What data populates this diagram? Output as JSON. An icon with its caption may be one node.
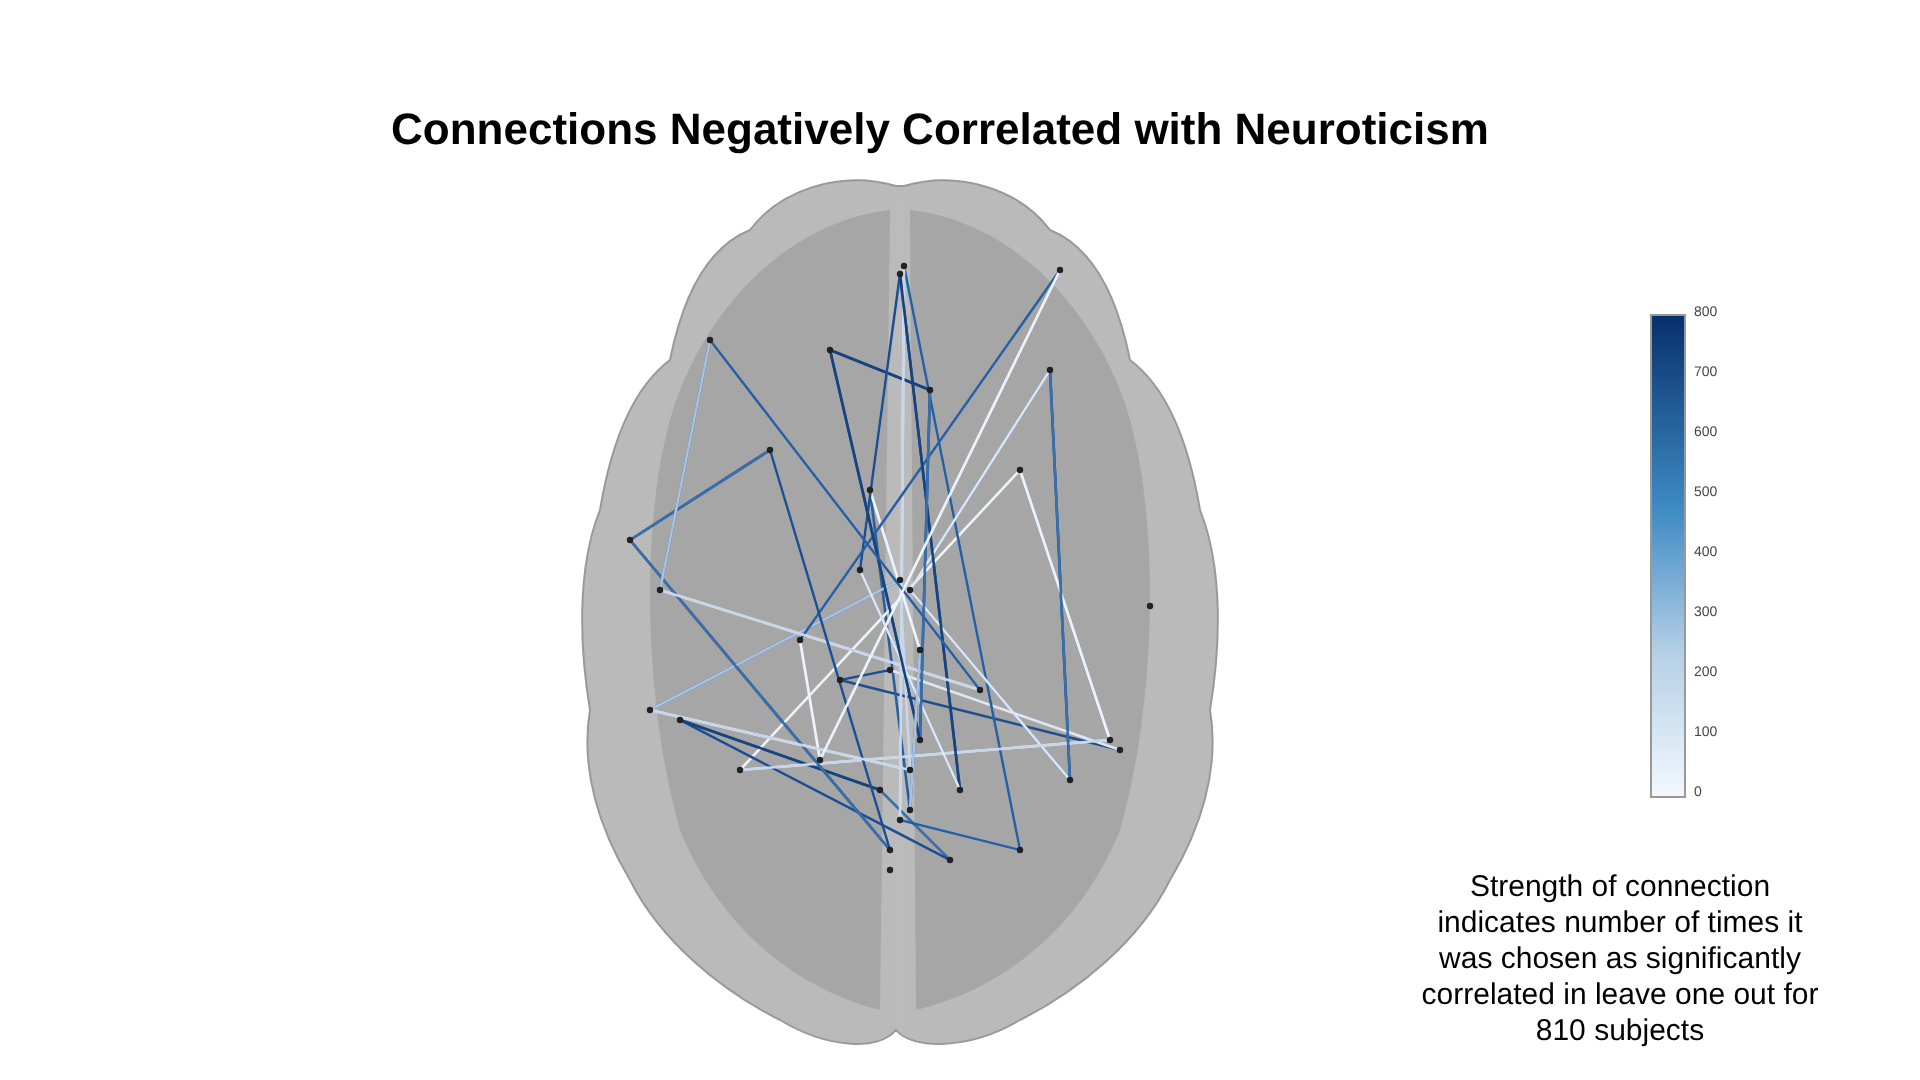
{
  "diagram": {
    "title": "Connections Negatively Correlated with Neuroticism",
    "labels": [
      "800",
      "700",
      "600",
      "500",
      "400",
      "300",
      "200",
      "100",
      "0",
      "Strength of connection indicates number of times it was chosen as significantly correlated in leave one out for 810 subjects"
    ]
  }
}
